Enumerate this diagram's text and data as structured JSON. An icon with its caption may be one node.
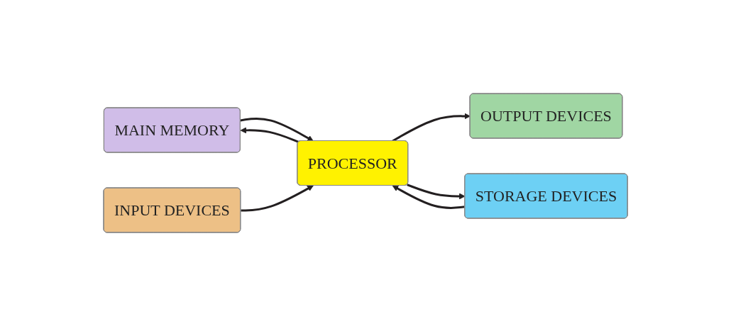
{
  "diagram": {
    "nodes": [
      {
        "text": [
          "MAIN MEMORY"
        ]
      },
      {
        "text": [
          "INPUT DEVICES"
        ]
      },
      {
        "text": [
          "PROCESSOR"
        ]
      },
      {
        "text": [
          "OUTPUT DEVICES"
        ]
      },
      {
        "text": [
          "STORAGE DEVICES"
        ]
      }
    ],
    "edges": [
      {
        "from": 2,
        "to": 0,
        "arrow": "to"
      },
      {
        "from": 0,
        "to": 2,
        "arrow": "to"
      },
      {
        "from": 1,
        "to": 2,
        "arrow": "to"
      },
      {
        "from": 2,
        "to": 3,
        "arrow": "to"
      },
      {
        "from": 2,
        "to": 4,
        "arrow": "to"
      },
      {
        "from": 4,
        "to": 2,
        "arrow": "to"
      }
    ]
  }
}
